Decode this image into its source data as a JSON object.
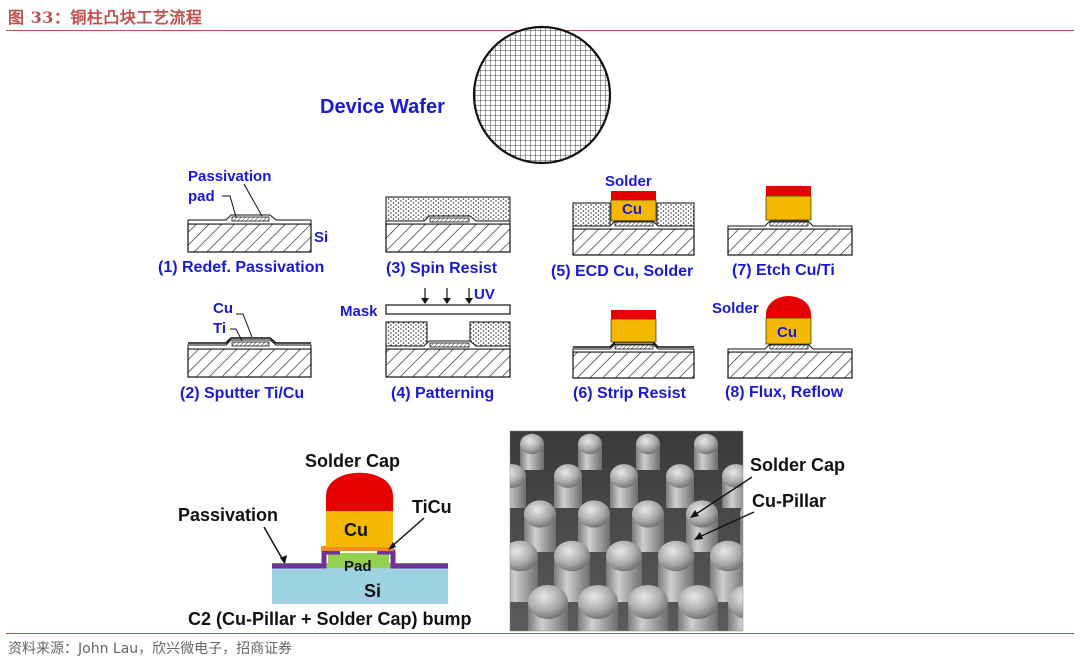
{
  "figure": {
    "title": "图 33：铜柱凸块工艺流程",
    "source": "资料来源：John Lau，欣兴微电子，招商证券"
  },
  "wafer": {
    "label": "Device Wafer"
  },
  "steps": {
    "s1": {
      "caption": "(1) Redef.  Passivation",
      "passivation": "Passivation",
      "pad": "pad",
      "si": "Si"
    },
    "s2": {
      "caption": "(2) Sputter Ti/Cu",
      "cu": "Cu",
      "ti": "Ti"
    },
    "s3": {
      "caption": "(3) Spin Resist"
    },
    "s4": {
      "caption": "(4) Patterning",
      "mask": "Mask",
      "uv": "UV"
    },
    "s5": {
      "caption": "(5) ECD Cu, Solder",
      "solder": "Solder",
      "cu": "Cu"
    },
    "s6": {
      "caption": "(6) Strip Resist"
    },
    "s7": {
      "caption": "(7) Etch Cu/Ti"
    },
    "s8": {
      "caption": "(8) Flux, Reflow",
      "solder": "Solder",
      "cu": "Cu"
    }
  },
  "c2": {
    "caption": "C2 (Cu-Pillar + Solder Cap) bump",
    "solder_cap": "Solder Cap",
    "cu": "Cu",
    "ticu": "TiCu",
    "passivation": "Passivation",
    "pad": "Pad",
    "si": "Si"
  },
  "sem": {
    "solder_cap": "Solder Cap",
    "cu_pillar": "Cu-Pillar"
  },
  "colors": {
    "accent": "#c0504d",
    "label_blue": "#1a1ad6",
    "copper": "#f5b800",
    "solder": "#e60000",
    "pad": "#92d050",
    "silicon": "#9dd3e0",
    "passivation": "#7030a0"
  }
}
